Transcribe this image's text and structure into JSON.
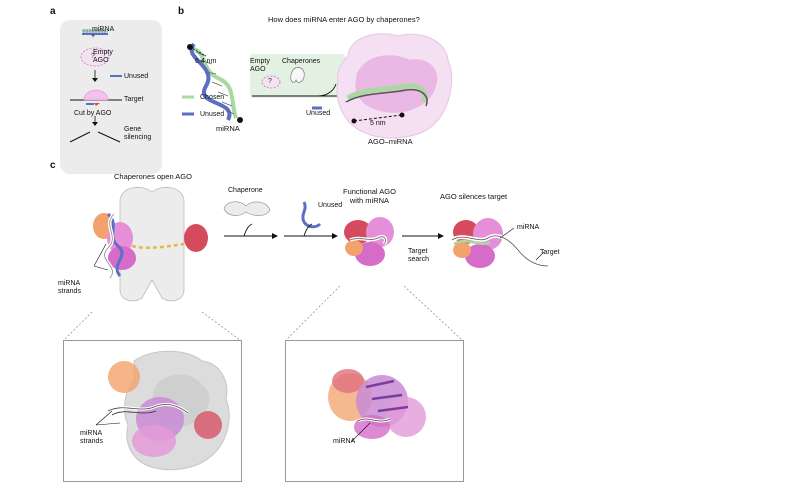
{
  "panels": {
    "a": {
      "letter": "a",
      "mirna": "miRNA",
      "plus": "+",
      "empty_ago": "Empty\nAGO",
      "question": "?",
      "unused": "Unused",
      "target": "Target",
      "cut_by_ago": "Cut by AGO",
      "gene_silencing": "Gene\nsilencing"
    },
    "b": {
      "letter": "b",
      "title": "How does miRNA enter AGO by chaperones?",
      "distance_top": "6.4 nm",
      "legend_chosen": "Chosen",
      "legend_unused": "Unused",
      "mirna": "miRNA",
      "empty_ago": "Empty\nAGO",
      "question": "?",
      "chaperones": "Chaperones",
      "unused": "Unused",
      "distance_bottom": "5 nm",
      "complex": "AGO–miRNA"
    },
    "c": {
      "letter": "c",
      "chaperones_open": "Chaperones open AGO",
      "mirna_strands": "miRNA\nstrands",
      "chaperone": "Chaperone",
      "unused": "Unused",
      "functional_ago": "Functional AGO\nwith miRNA",
      "target_search": "Target\nsearch",
      "ago_silences": "AGO silences target",
      "mirna": "miRNA",
      "target": "Target",
      "inset_left_label": "miRNA\nstrands",
      "inset_right_label": "miRNA"
    }
  },
  "colors": {
    "panel_bg": "#ececec",
    "mirna_blue": "#5b6fc4",
    "chosen_green": "#a9d8a0",
    "ago_pink": "#e68fd9",
    "ago_orange": "#f2a26b",
    "ago_red": "#d64a5e",
    "ago_grey": "#e4e4e4",
    "linker_yellow": "#e2b84a",
    "complex_pink": "#f0c6ec",
    "box_green": "#e3f1e3"
  }
}
